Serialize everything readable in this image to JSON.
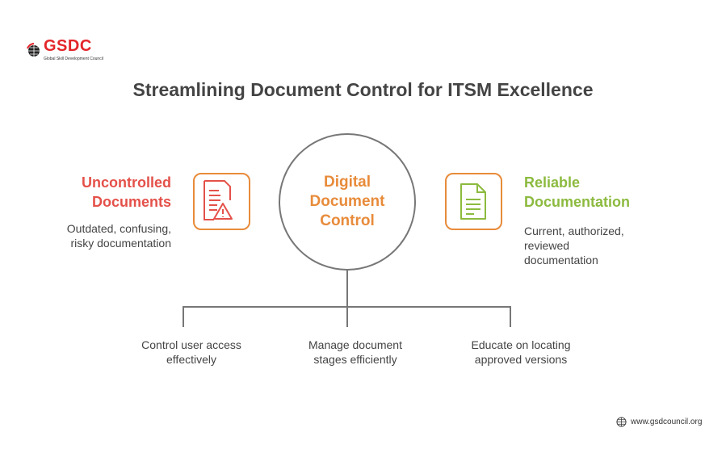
{
  "logo": {
    "text": "GSDC",
    "subtitle": "Global Skill Development Council"
  },
  "title": "Streamlining Document Control for ITSM Excellence",
  "center": {
    "lines": [
      "Digital",
      "Document",
      "Control"
    ]
  },
  "left": {
    "heading": [
      "Uncontrolled",
      "Documents"
    ],
    "desc": [
      "Outdated, confusing,",
      "risky documentation"
    ]
  },
  "right": {
    "heading": [
      "Reliable",
      "Documentation"
    ],
    "desc": [
      "Current, authorized,",
      "reviewed",
      "documentation"
    ]
  },
  "branches": [
    {
      "lines": [
        "Control user access",
        "effectively"
      ]
    },
    {
      "lines": [
        "Manage document",
        "stages efficiently"
      ]
    },
    {
      "lines": [
        "Educate on locating",
        "approved versions"
      ]
    }
  ],
  "footer": {
    "website": "www.gsdcouncil.org"
  },
  "colors": {
    "red": "#e4514a",
    "orange": "#e88b3a",
    "green": "#8cba3f",
    "gray": "#777777"
  }
}
